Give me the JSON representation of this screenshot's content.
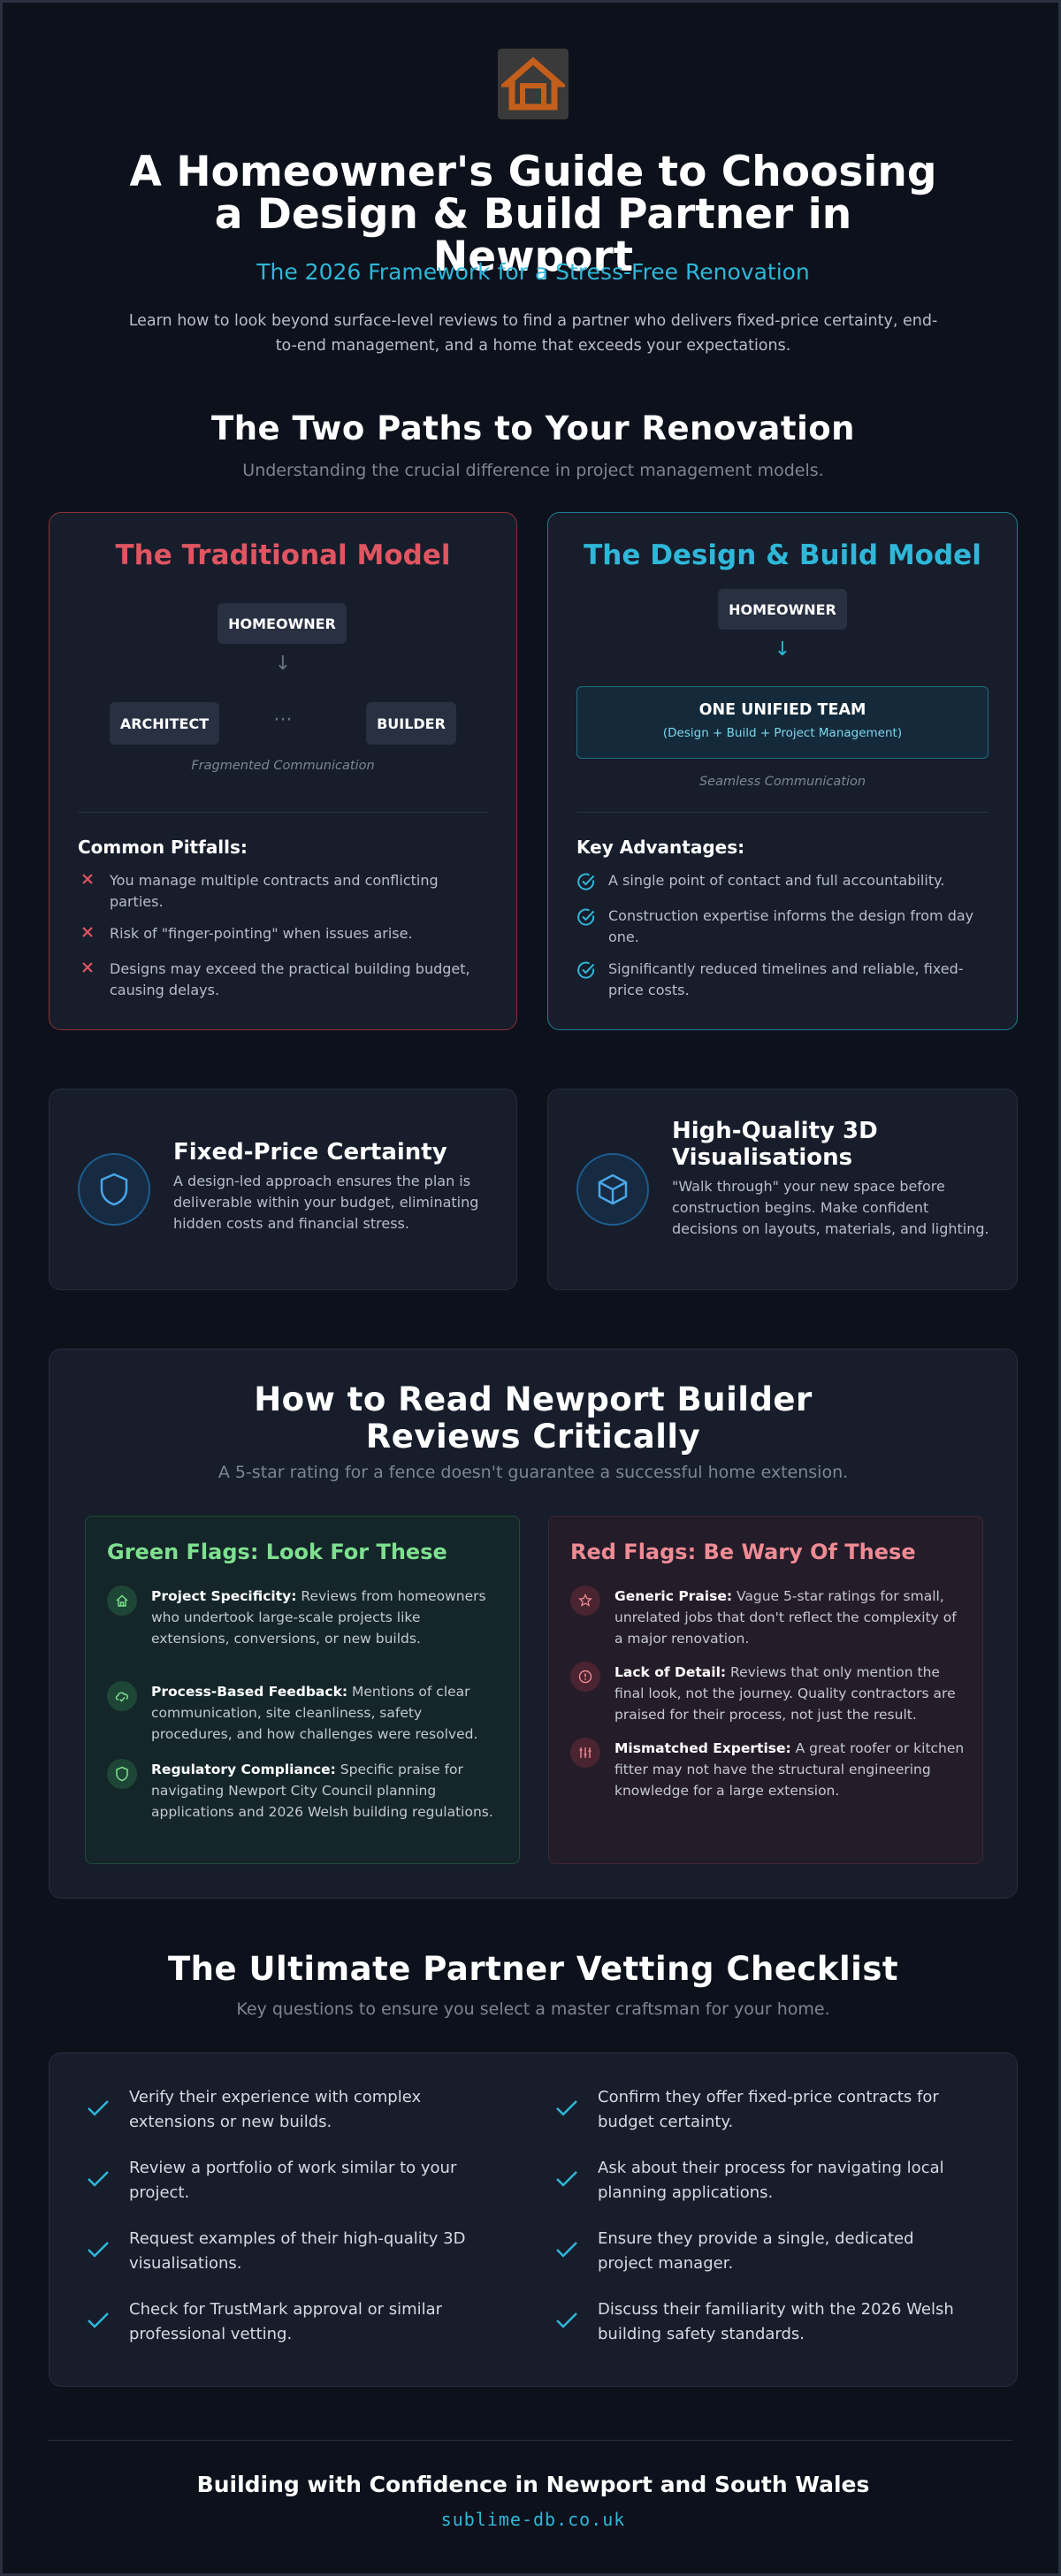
{
  "header": {
    "logo_icon": "house-icon",
    "title": "A Homeowner's Guide to Choosing a Design & Build Partner in Newport",
    "subtitle": "The 2026 Framework for a Stress-Free Renovation",
    "description": "Learn how to look beyond surface-level reviews to find a partner who delivers fixed-price certainty, end-to-end management, and a home that exceeds your expectations."
  },
  "paths": {
    "title": "The Two Paths to Your Renovation",
    "subtitle": "Understanding the crucial difference in project management models.",
    "traditional": {
      "heading": "The Traditional Model",
      "homeowner": "HOMEOWNER",
      "arrow": "↓",
      "architect": "ARCHITECT",
      "dots": "···",
      "builder": "BUILDER",
      "note": "Fragmented Communication",
      "list_title": "Common Pitfalls:",
      "items": [
        "You manage multiple contracts and conflicting parties.",
        "Risk of \"finger-pointing\" when issues arise.",
        "Designs may exceed the practical building budget, causing delays."
      ]
    },
    "design_build": {
      "heading": "The Design & Build Model",
      "homeowner": "HOMEOWNER",
      "arrow": "↓",
      "team": "ONE UNIFIED TEAM",
      "team_sub": "(Design + Build + Project Management)",
      "note": "Seamless Communication",
      "list_title": "Key Advantages:",
      "items": [
        "A single point of contact and full accountability.",
        "Construction expertise informs the design from day one.",
        "Significantly reduced timelines and reliable, fixed-price costs."
      ]
    }
  },
  "features": [
    {
      "icon": "shield-icon",
      "title": "Fixed-Price Certainty",
      "desc": "A design-led approach ensures the plan is deliverable within your budget, eliminating hidden costs and financial stress."
    },
    {
      "icon": "cube-icon",
      "title": "High-Quality 3D Visualisations",
      "desc": "\"Walk through\" your new space before construction begins. Make confident decisions on layouts, materials, and lighting."
    }
  ],
  "reviews": {
    "title": "How to Read Newport Builder Reviews Critically",
    "subtitle": "A 5-star rating for a fence doesn't guarantee a successful home extension.",
    "green": {
      "heading": "Green Flags: Look For These",
      "items": [
        {
          "icon": "home-icon",
          "label": "Project Specificity:",
          "text": " Reviews from homeowners who undertook large-scale projects like extensions, conversions, or new builds."
        },
        {
          "icon": "cloud-check-icon",
          "label": "Process-Based Feedback:",
          "text": " Mentions of clear communication, site cleanliness, safety procedures, and how challenges were resolved."
        },
        {
          "icon": "shield-icon",
          "label": "Regulatory Compliance:",
          "text": " Specific praise for navigating Newport City Council planning applications and 2026 Welsh building regulations."
        }
      ]
    },
    "red": {
      "heading": "Red Flags: Be Wary Of These",
      "items": [
        {
          "icon": "star-icon",
          "label": "Generic Praise:",
          "text": " Vague 5-star ratings for small, unrelated jobs that don't reflect the complexity of a major renovation."
        },
        {
          "icon": "alert-icon",
          "label": "Lack of Detail:",
          "text": " Reviews that only mention the final look, not the journey. Quality contractors are praised for their process, not just the result."
        },
        {
          "icon": "sliders-icon",
          "label": "Mismatched Expertise:",
          "text": " A great roofer or kitchen fitter may not have the structural engineering knowledge for a large extension."
        }
      ]
    }
  },
  "checklist": {
    "title": "The Ultimate Partner Vetting Checklist",
    "subtitle": "Key questions to ensure you select a master craftsman for your home.",
    "left": [
      "Verify their experience with complex extensions or new builds.",
      "Review a portfolio of work similar to your project.",
      "Request examples of their high-quality 3D visualisations.",
      "Check for TrustMark approval or similar professional vetting."
    ],
    "right": [
      "Confirm they offer fixed-price contracts for budget certainty.",
      "Ask about their process for navigating local planning applications.",
      "Ensure they provide a single, dedicated project manager.",
      "Discuss their familiarity with the 2026 Welsh building safety standards."
    ]
  },
  "footer": {
    "title": "Building with Confidence in Newport and South Wales",
    "url": "sublime-db.co.uk"
  },
  "colors": {
    "accent": "#2fb7d9",
    "red": "#e05561",
    "green": "#7ee08f",
    "logo": "#c45f1b"
  }
}
